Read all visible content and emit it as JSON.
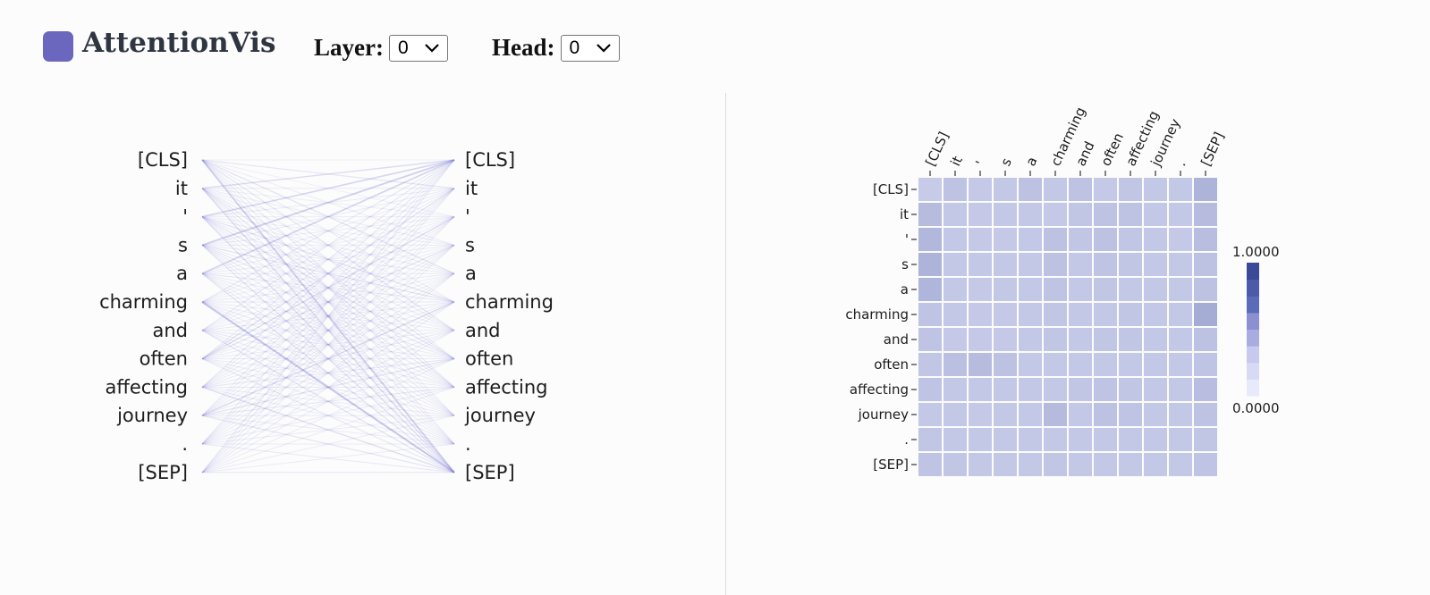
{
  "app": {
    "title": "AttentionVis",
    "brand_color": "#6b67be"
  },
  "controls": {
    "layer": {
      "label": "Layer:",
      "value": "0",
      "icon": "chevron-down-icon"
    },
    "head": {
      "label": "Head:",
      "value": "0",
      "icon": "chevron-down-icon"
    }
  },
  "tokens": [
    "[CLS]",
    "it",
    "'",
    "s",
    "a",
    "charming",
    "and",
    "often",
    "affecting",
    "journey",
    ".",
    "[SEP]"
  ],
  "heatmap": {
    "column_labels": [
      "[CLS]",
      "it",
      "'",
      "s",
      "a",
      "charming",
      "and",
      "often",
      "affecting",
      "journey",
      ".",
      "[SEP]"
    ],
    "row_labels": [
      "[CLS]",
      "it",
      "'",
      "s",
      "a",
      "charming",
      "and",
      "often",
      "affecting",
      "journey",
      ".",
      "[SEP]"
    ],
    "color_low": "#e8e9fb",
    "color_high": "#3a4a96",
    "weights": [
      [
        0.19,
        0.24,
        0.2,
        0.21,
        0.25,
        0.21,
        0.24,
        0.2,
        0.22,
        0.21,
        0.21,
        0.34
      ],
      [
        0.28,
        0.21,
        0.2,
        0.21,
        0.21,
        0.2,
        0.22,
        0.24,
        0.24,
        0.21,
        0.21,
        0.28
      ],
      [
        0.31,
        0.21,
        0.2,
        0.2,
        0.21,
        0.25,
        0.22,
        0.25,
        0.22,
        0.21,
        0.2,
        0.27
      ],
      [
        0.34,
        0.21,
        0.21,
        0.21,
        0.21,
        0.25,
        0.21,
        0.23,
        0.22,
        0.21,
        0.21,
        0.25
      ],
      [
        0.32,
        0.21,
        0.2,
        0.21,
        0.21,
        0.23,
        0.21,
        0.22,
        0.21,
        0.21,
        0.21,
        0.25
      ],
      [
        0.23,
        0.21,
        0.2,
        0.2,
        0.21,
        0.22,
        0.21,
        0.21,
        0.22,
        0.21,
        0.21,
        0.38
      ],
      [
        0.23,
        0.2,
        0.2,
        0.2,
        0.21,
        0.22,
        0.21,
        0.22,
        0.22,
        0.21,
        0.21,
        0.25
      ],
      [
        0.22,
        0.26,
        0.28,
        0.25,
        0.21,
        0.21,
        0.21,
        0.21,
        0.21,
        0.21,
        0.21,
        0.23
      ],
      [
        0.23,
        0.21,
        0.21,
        0.21,
        0.21,
        0.21,
        0.22,
        0.23,
        0.22,
        0.21,
        0.21,
        0.27
      ],
      [
        0.21,
        0.21,
        0.2,
        0.21,
        0.21,
        0.29,
        0.21,
        0.25,
        0.23,
        0.21,
        0.21,
        0.24
      ],
      [
        0.22,
        0.21,
        0.21,
        0.21,
        0.21,
        0.21,
        0.21,
        0.21,
        0.21,
        0.21,
        0.21,
        0.22
      ],
      [
        0.23,
        0.22,
        0.21,
        0.21,
        0.21,
        0.22,
        0.21,
        0.21,
        0.21,
        0.21,
        0.21,
        0.23
      ]
    ]
  },
  "legend": {
    "max_label": "1.0000",
    "min_label": "0.0000",
    "stops": [
      "#e8e9fb",
      "#d7d9f5",
      "#c7c9ee",
      "#a9acdf",
      "#8c8fd0",
      "#5a6bb8",
      "#4d5aa8",
      "#3a4a96"
    ]
  }
}
